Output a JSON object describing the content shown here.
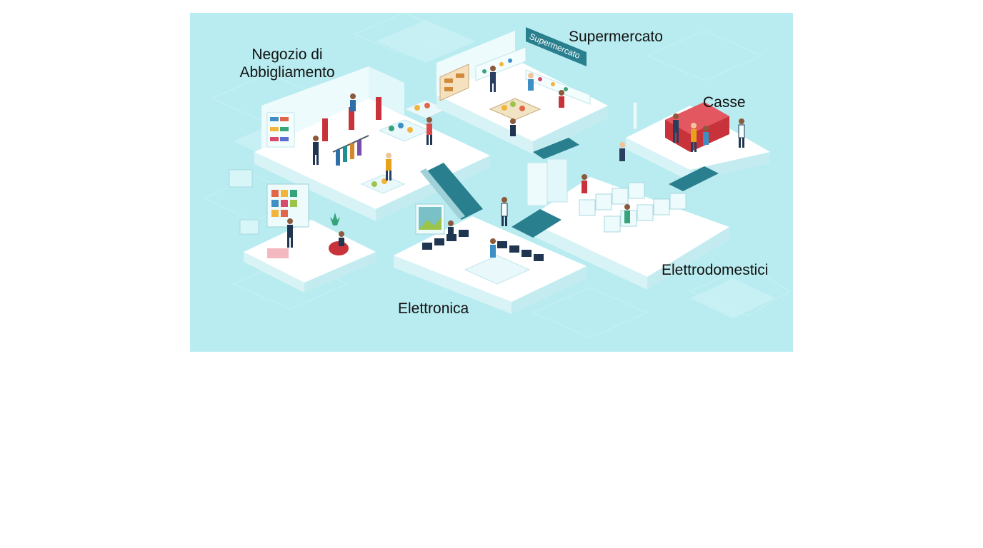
{
  "colors": {
    "background": "#b8ecf0",
    "floor_top": "#ffffff",
    "floor_side": "#dff6f8",
    "floor_shadow": "#c6eef2",
    "accent_teal": "#2a7f8f",
    "accent_red": "#c8323a",
    "text": "#111111"
  },
  "zones": {
    "abbigliamento": {
      "label_line1": "Negozio di",
      "label_line2": "Abbigliamento"
    },
    "supermercato": {
      "label": "Supermercato",
      "sign_text": "Supermercato"
    },
    "casse": {
      "label": "Casse"
    },
    "elettrodomestici": {
      "label": "Elettrodomestici"
    },
    "elettronica": {
      "label": "Elettronica"
    }
  }
}
